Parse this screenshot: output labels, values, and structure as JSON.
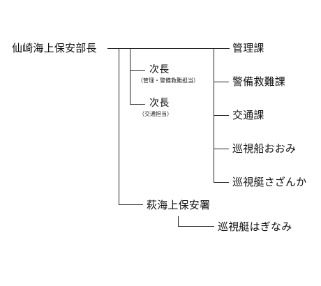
{
  "org_chart": {
    "root": "仙崎海上保安部長",
    "deputies": [
      {
        "title": "次長",
        "note": "（管理・警備救難担当）"
      },
      {
        "title": "次長",
        "note": "（交通担当）"
      }
    ],
    "divisions": [
      "管理課",
      "警備救難課",
      "交通課",
      "巡視船おおみ",
      "巡視艇さざんか"
    ],
    "branch_office": {
      "name": "萩海上保安署",
      "unit": "巡視艇はぎなみ"
    }
  },
  "colors": {
    "line": "#222222",
    "text": "#111111",
    "background": "#ffffff"
  }
}
